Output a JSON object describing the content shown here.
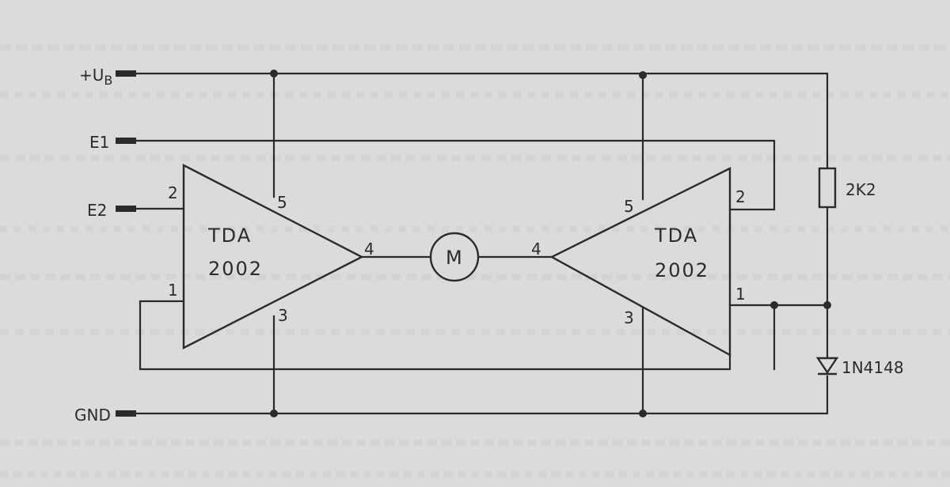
{
  "terminals": {
    "vcc": {
      "label": "+U",
      "sub": "B"
    },
    "e1": "E1",
    "e2": "E2",
    "gnd": "GND"
  },
  "amp_left": {
    "line1": "TDA",
    "line2": "2002",
    "pins": [
      "2",
      "5",
      "4",
      "1",
      "3"
    ]
  },
  "amp_right": {
    "line1": "TDA",
    "line2": "2002",
    "pins": [
      "5",
      "2",
      "4",
      "1",
      "3"
    ]
  },
  "motor": "M",
  "resistor": "2K2",
  "diode": "1N4148",
  "colors": {
    "ink": "#2b2b2b",
    "paper": "#d9dcd8"
  }
}
